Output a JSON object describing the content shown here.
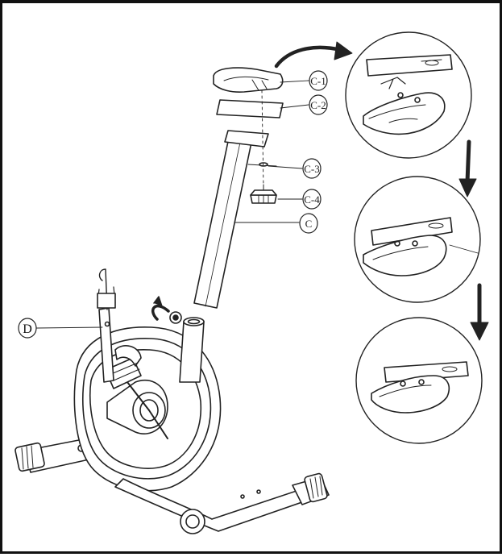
{
  "labels": {
    "seat": "C-1",
    "seat_bracket": "C-2",
    "washer": "C-3",
    "knob": "C-4",
    "seat_post": "C",
    "handlebar_post": "D"
  },
  "icons": [
    "rotate-arrow-icon",
    "curved-arrow-icon",
    "down-arrow-icon"
  ]
}
